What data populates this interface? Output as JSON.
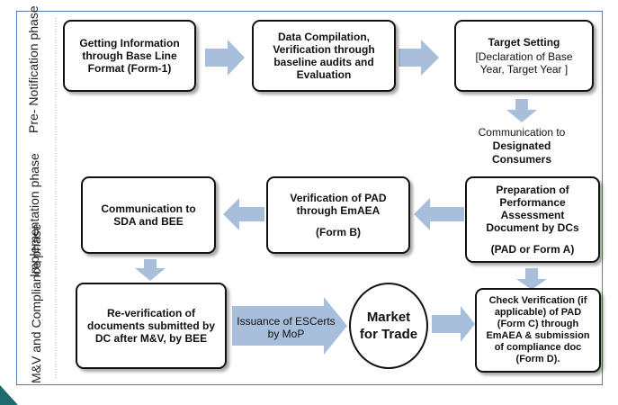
{
  "phases": {
    "pre_notification": "Pre- Notification phase",
    "implementation": "Implementation phase",
    "mv_compliance": "M&V and Compliance phase"
  },
  "boxes": {
    "getting_info": "Getting Information through Base Line Format (Form-1)",
    "data_compilation": "Data Compilation, Verification through baseline audits and Evaluation",
    "target_setting_title": "Target Setting",
    "target_setting_detail": "[Declaration of Base Year, Target Year ]",
    "preparation_pad_title": "Preparation of Performance Assessment Document by DCs",
    "preparation_pad_detail": "(PAD or Form A)",
    "verification_pad_title": "Verification of PAD through EmAEA",
    "verification_pad_detail": "(Form B)",
    "communication_sda": "Communication to SDA and BEE",
    "reverification": "Re-verification of documents submitted by DC after M&V, by BEE",
    "check_verification": "Check Verification (if applicable) of PAD (Form C) through EmAEA & submission of compliance doc (Form D)."
  },
  "communication_dc": {
    "line1": "Communication to",
    "line2": "Designated",
    "line3": "Consumers"
  },
  "market": "Market for Trade",
  "issuance": "Issuance of ESCerts by MoP",
  "colors": {
    "arrow_fill": "#a7bfdb",
    "arrow_stroke": "#8eaacd",
    "frame_border": "#5a7fb0",
    "corner_teal": "#1d6b6b"
  }
}
